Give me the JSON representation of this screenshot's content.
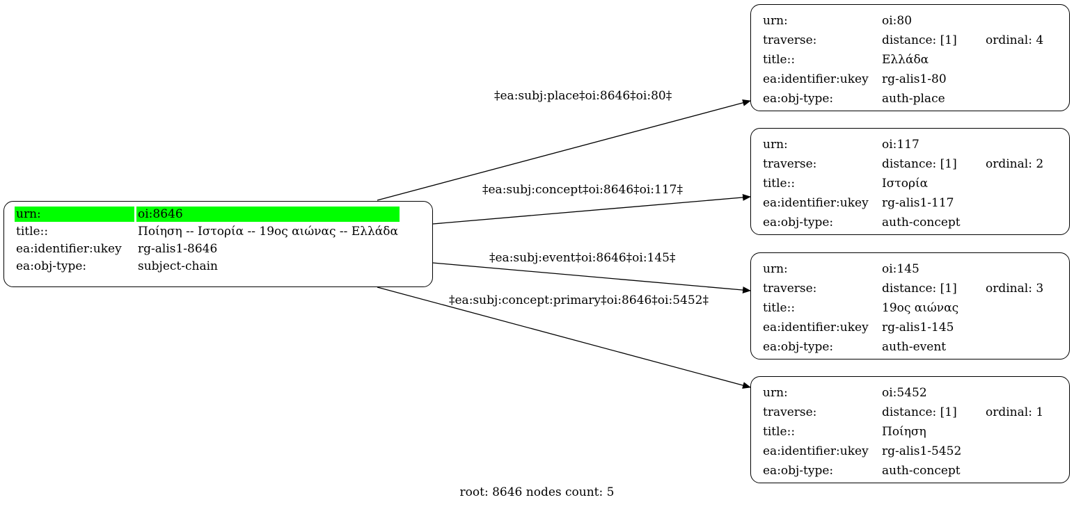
{
  "root": {
    "rows": [
      {
        "key": "urn:",
        "value": "oi:8646"
      },
      {
        "key": "title::",
        "value": "Ποίηση -- Ιστορία -- 19ος αιώνας -- Ελλάδα"
      },
      {
        "key": "ea:identifier:ukey",
        "value": "rg-alis1-8646"
      },
      {
        "key": "ea:obj-type:",
        "value": "subject-chain"
      }
    ],
    "highlight_color": "#00ff00"
  },
  "nodes": [
    {
      "urn_key": "urn:",
      "urn": "oi:80",
      "traverse_key": "traverse:",
      "distance": "distance: [1]",
      "ordinal": "ordinal: 4",
      "title_key": "title::",
      "title": "Ελλάδα",
      "ukey_key": "ea:identifier:ukey",
      "ukey": "rg-alis1-80",
      "type_key": "ea:obj-type:",
      "type": "auth-place"
    },
    {
      "urn_key": "urn:",
      "urn": "oi:117",
      "traverse_key": "traverse:",
      "distance": "distance: [1]",
      "ordinal": "ordinal: 2",
      "title_key": "title::",
      "title": "Ιστορία",
      "ukey_key": "ea:identifier:ukey",
      "ukey": "rg-alis1-117",
      "type_key": "ea:obj-type:",
      "type": "auth-concept"
    },
    {
      "urn_key": "urn:",
      "urn": "oi:145",
      "traverse_key": "traverse:",
      "distance": "distance: [1]",
      "ordinal": "ordinal: 3",
      "title_key": "title::",
      "title": "19ος αιώνας",
      "ukey_key": "ea:identifier:ukey",
      "ukey": "rg-alis1-145",
      "type_key": "ea:obj-type:",
      "type": "auth-event"
    },
    {
      "urn_key": "urn:",
      "urn": "oi:5452",
      "traverse_key": "traverse:",
      "distance": "distance: [1]",
      "ordinal": "ordinal: 1",
      "title_key": "title::",
      "title": "Ποίηση",
      "ukey_key": "ea:identifier:ukey",
      "ukey": "rg-alis1-5452",
      "type_key": "ea:obj-type:",
      "type": "auth-concept"
    }
  ],
  "edges": [
    {
      "label": "‡ea:subj:place‡oi:8646‡oi:80‡"
    },
    {
      "label": "‡ea:subj:concept‡oi:8646‡oi:117‡"
    },
    {
      "label": "‡ea:subj:event‡oi:8646‡oi:145‡"
    },
    {
      "label": "‡ea:subj:concept:primary‡oi:8646‡oi:5452‡"
    }
  ],
  "footer": "root: 8646 nodes count: 5"
}
